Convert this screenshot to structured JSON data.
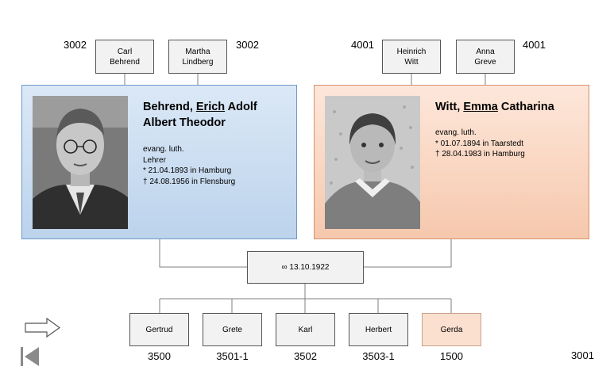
{
  "parents_father": {
    "father": {
      "line1": "Carl",
      "line2": "Behrend"
    },
    "mother": {
      "line1": "Martha",
      "line2": "Lindberg"
    },
    "id_left": "3002",
    "id_right": "3002"
  },
  "parents_mother": {
    "father": {
      "line1": "Heinrich",
      "line2": "Witt"
    },
    "mother": {
      "line1": "Anna",
      "line2": "Greve"
    },
    "id_left": "4001",
    "id_right": "4001"
  },
  "husband": {
    "surname": "Behrend,",
    "callname": "Erich",
    "name_rest1": "Adolf",
    "name_line2": "Albert Theodor",
    "religion": "evang. luth.",
    "occupation": "Lehrer",
    "birth": "* 21.04.1893 in Hamburg",
    "death": "† 24.08.1956 in Flensburg"
  },
  "wife": {
    "surname": "Witt,",
    "callname": "Emma",
    "name_rest": "Catharina",
    "religion": "evang. luth.",
    "birth": "* 01.07.1894 in Taarstedt",
    "death": "† 28.04.1983 in Hamburg"
  },
  "marriage": {
    "label": "∞ 13.10.1922"
  },
  "children": [
    {
      "name": "Gertrud",
      "id": "3500"
    },
    {
      "name": "Grete",
      "id": "3501-1"
    },
    {
      "name": "Karl",
      "id": "3502"
    },
    {
      "name": "Herbert",
      "id": "3503-1"
    },
    {
      "name": "Gerda",
      "id": "1500"
    }
  ],
  "page_id": "3001",
  "colors": {
    "male_card": "#c6dbf0",
    "female_card": "#f8d2bb",
    "female_child": "#fbe0cf",
    "box": "#f2f2f2"
  },
  "icons": {
    "next": "right-arrow-icon",
    "first": "skip-to-start-icon"
  }
}
